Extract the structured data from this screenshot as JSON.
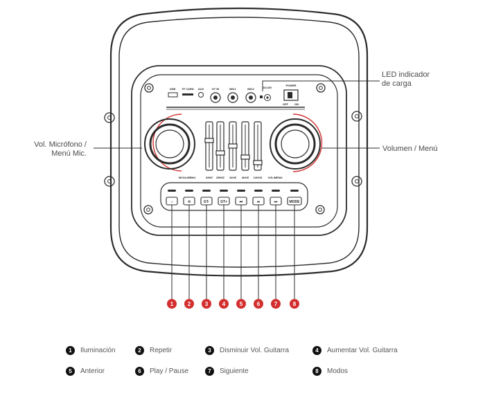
{
  "callouts": {
    "led": [
      "LED indicador",
      "de carga"
    ],
    "mic": [
      "Vol. Micrófono /",
      "Menú Mic."
    ],
    "vol": "Volumen / Menú"
  },
  "panel": {
    "usb": "USB",
    "tf_card": "TF CARD",
    "aux": "AUX",
    "gt_in": "GT IN",
    "mic1": "MIC1",
    "mic2": "MIC2",
    "dc": "DC15V",
    "power": "POWER",
    "off": "OFF",
    "on": "ON",
    "mic_menu": "MVOL/MENU",
    "vol_menu": "VOL/MENU",
    "eq_labels": [
      "60HZ",
      "250HZ",
      "1KHZ",
      "4KHZ",
      "12KHZ"
    ],
    "buttons": [
      "☼",
      "⟲",
      "GT-",
      "GT+",
      "⏮",
      "⏯",
      "⏭",
      "MODE"
    ],
    "numbers": [
      "1",
      "2",
      "3",
      "4",
      "5",
      "6",
      "7",
      "8"
    ]
  },
  "legend": [
    {
      "num": "1",
      "label": "Iluminación"
    },
    {
      "num": "2",
      "label": "Repetir"
    },
    {
      "num": "3",
      "label": "Disminuir Vol. Guitarra"
    },
    {
      "num": "4",
      "label": "Aumentar Vol. Guitarra"
    },
    {
      "num": "5",
      "label": "Anterior"
    },
    {
      "num": "6",
      "label": "Play / Pause"
    },
    {
      "num": "7",
      "label": "Siguiente"
    },
    {
      "num": "8",
      "label": "Modos"
    }
  ],
  "colors": {
    "accent_red": "#d32f2f",
    "outline": "#2b2b2b"
  }
}
